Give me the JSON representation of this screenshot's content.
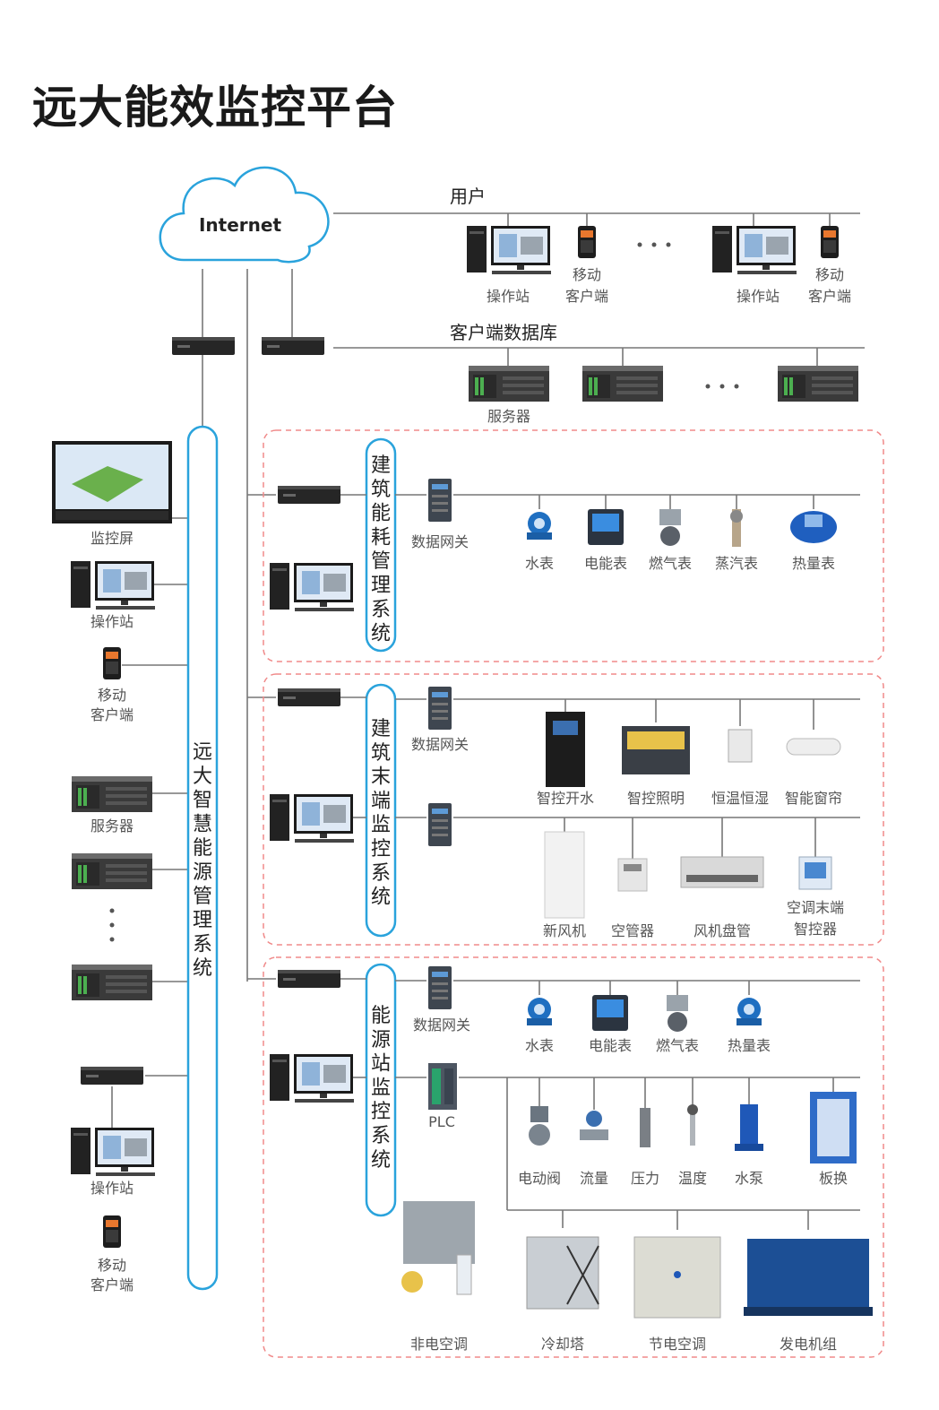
{
  "title": "远大能效监控平台",
  "internet": "Internet",
  "sections": {
    "user": {
      "header": "用户",
      "workstation": "操作站",
      "mobile1": "移动",
      "mobile2": "客户端"
    },
    "database": {
      "header": "客户端数据库",
      "server": "服务器"
    }
  },
  "left_system": {
    "chars": [
      "远",
      "大",
      "智",
      "慧",
      "能",
      "源",
      "管",
      "理",
      "系",
      "统"
    ],
    "monitor_screen": "监控屏",
    "workstation": "操作站",
    "mobile1": "移动",
    "mobile2": "客户端",
    "server": "服务器"
  },
  "building_energy": {
    "chars": [
      "建",
      "筑",
      "能",
      "耗",
      "管",
      "理",
      "系",
      "统"
    ],
    "gateway": "数据网关",
    "devices": [
      "水表",
      "电能表",
      "燃气表",
      "蒸汽表",
      "热量表"
    ]
  },
  "building_terminal": {
    "chars": [
      "建",
      "筑",
      "末",
      "端",
      "监",
      "控",
      "系",
      "统"
    ],
    "gateway": "数据网关",
    "row1": [
      "智控开水",
      "智控照明",
      "恒温恒湿",
      "智能窗帘"
    ],
    "row2": [
      "新风机",
      "空管器",
      "风机盘管"
    ],
    "row2_last1": "空调末端",
    "row2_last2": "智控器"
  },
  "energy_station": {
    "chars": [
      "能",
      "源",
      "站",
      "监",
      "控",
      "系",
      "统"
    ],
    "gateway": "数据网关",
    "plc": "PLC",
    "meters": [
      "水表",
      "电能表",
      "燃气表",
      "热量表"
    ],
    "sensors": [
      "电动阀",
      "流量",
      "压力",
      "温度",
      "水泵",
      "板换"
    ],
    "equipment": [
      "非电空调",
      "冷却塔",
      "节电空调",
      "发电机组"
    ]
  },
  "colors": {
    "accent": "#2aa3dc",
    "dashed": "#f08a8a"
  }
}
